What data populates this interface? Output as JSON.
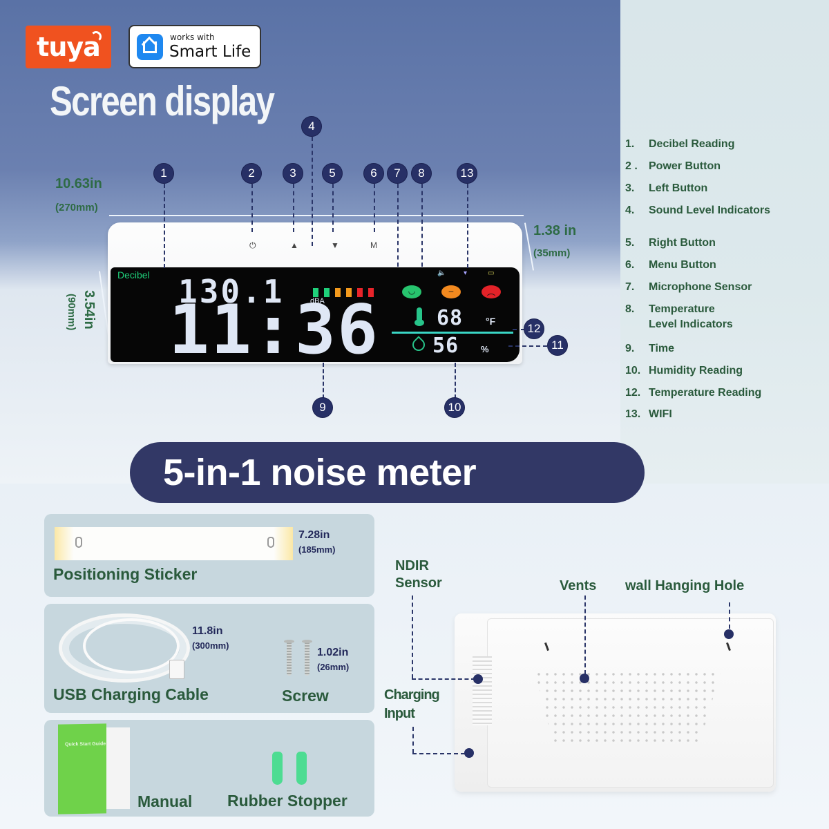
{
  "logos": {
    "tuya": "tuya",
    "smart_life_small": "works with",
    "smart_life_big": "Smart Life"
  },
  "title": "Screen display",
  "dimensions": {
    "width_in": "10.63in",
    "width_mm": "(270mm)",
    "height_in": "3.54in",
    "height_mm": "(90mm)",
    "depth_in": "1.38 in",
    "depth_mm": "(35mm)"
  },
  "device": {
    "buttons": {
      "power": "⏻",
      "left": "▲",
      "right": "▼",
      "menu": "M"
    },
    "screen": {
      "label": "Decibel",
      "decibel_value": "130.1",
      "decibel_unit": "dBA",
      "time": "11:36",
      "temperature": "68",
      "temperature_unit": "°F",
      "humidity": "56",
      "humidity_unit": "%",
      "sound_bars": [
        {
          "color": "#1fd07a"
        },
        {
          "color": "#1fd07a"
        },
        {
          "color": "#f39a1d"
        },
        {
          "color": "#f39a1d"
        },
        {
          "color": "#e8242a"
        },
        {
          "color": "#e8242a"
        }
      ],
      "faces": [
        {
          "mood": "happy",
          "glyph": "◡",
          "color": "#27c46e"
        },
        {
          "mood": "neutral",
          "glyph": "–",
          "color": "#f38a1f"
        },
        {
          "mood": "sad",
          "glyph": "︵",
          "color": "#e32228"
        }
      ],
      "status_icons": {
        "mic": "🔈",
        "wifi": "▾",
        "battery": "▭"
      }
    }
  },
  "callouts": [
    "1",
    "2",
    "3",
    "4",
    "5",
    "6",
    "7",
    "8",
    "9",
    "10",
    "11",
    "12",
    "13"
  ],
  "legend": [
    {
      "num": "1.",
      "text": "Decibel Reading"
    },
    {
      "num": "2 .",
      "text": "Power Button"
    },
    {
      "num": "3.",
      "text": "Left Button"
    },
    {
      "num": "4.",
      "text": "Sound Level Indicators"
    },
    {
      "num": "5.",
      "text": "Right Button"
    },
    {
      "num": "6.",
      "text": "Menu Button"
    },
    {
      "num": "7.",
      "text": "Microphone Sensor"
    },
    {
      "num": "8.",
      "text": "Temperature",
      "text2": "Level Indicators"
    },
    {
      "num": "9.",
      "text": "Time"
    },
    {
      "num": "10.",
      "text": "Humidity Reading"
    },
    {
      "num": "12.",
      "text": "Temperature Reading"
    },
    {
      "num": "13.",
      "text": "WIFI"
    }
  ],
  "banner": "5-in-1 noise meter",
  "accessories": {
    "sticker": {
      "label": "Positioning Sticker",
      "dim_in": "7.28in",
      "dim_mm": "(185mm)"
    },
    "cable": {
      "label": "USB Charging Cable",
      "dim_in": "11.8in",
      "dim_mm": "(300mm)"
    },
    "screw": {
      "label": "Screw",
      "dim_in": "1.02in",
      "dim_mm": "(26mm)"
    },
    "manual": {
      "label": "Manual",
      "cover_text": "Quick Start Guide"
    },
    "stopper": {
      "label": "Rubber Stopper"
    }
  },
  "back_view": {
    "ndir_line1": "NDIR",
    "ndir_line2": "Sensor",
    "vents": "Vents",
    "wall_hole": "wall Hanging Hole",
    "charging_line1": "Charging",
    "charging_line2": "Input"
  }
}
